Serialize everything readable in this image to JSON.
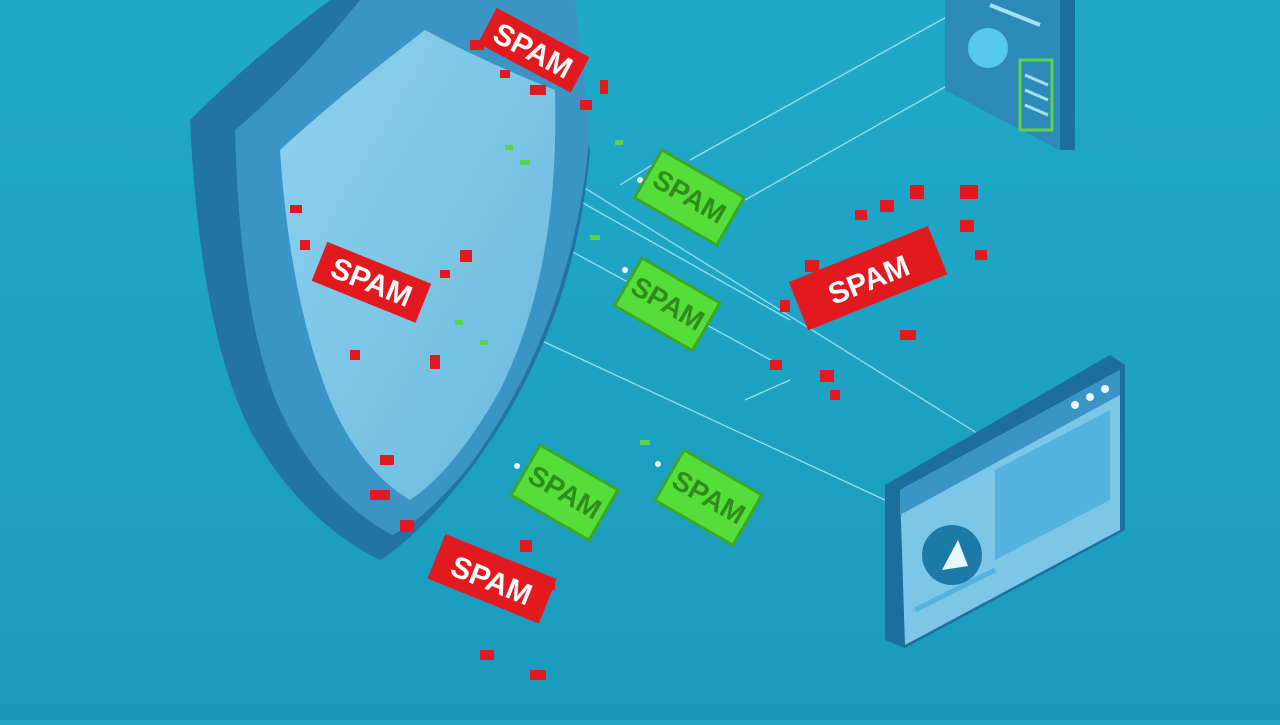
{
  "scene": {
    "background_color": "#1fa6c6",
    "shield": {
      "outer": "#2478a8",
      "inner": "#80c9e8",
      "rim": "#3a93c4"
    },
    "colors": {
      "spam_red": "#e2191f",
      "clean_green": "#55dd3a",
      "line": "#9fe3f5",
      "device": "#2b86b2"
    }
  },
  "labels": {
    "spam_top": "SPAM",
    "spam_shield": "SPAM",
    "spam_right": "SPAM",
    "spam_bottom": "SPAM",
    "green_1": "SPAM",
    "green_2": "SPAM",
    "green_3": "SPAM",
    "green_4": "SPAM"
  },
  "icons": {
    "shield": "shield-icon",
    "play": "play-icon",
    "document_window": "document-window-icon",
    "browser_window": "browser-window-icon"
  }
}
